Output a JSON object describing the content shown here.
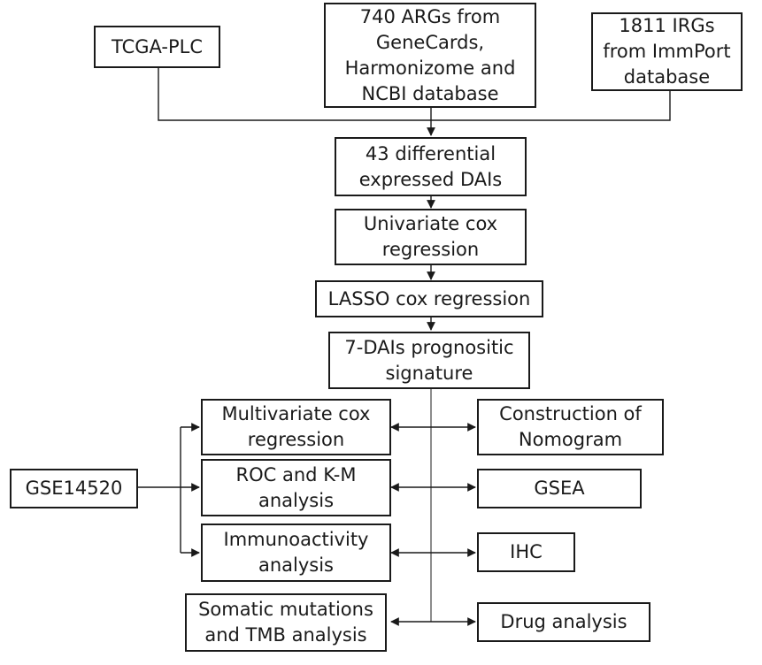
{
  "colors": {
    "line": "#1a1a1a",
    "text": "#1a1a1a",
    "background": "#ffffff"
  },
  "nodes": {
    "tcga": "TCGA-PLC",
    "args": "740 ARGs from\nGeneCards,\nHarmonizome and\nNCBI database",
    "irgs": "1811 IRGs\nfrom ImmPort\ndatabase",
    "dais43": "43 differential\nexpressed DAIs",
    "univariate": "Univariate cox\nregression",
    "lasso": "LASSO cox regression",
    "signature": "7-DAIs prognositic\nsignature",
    "multivariate": "Multivariate cox\nregression",
    "nomogram": "Construction of\nNomogram",
    "gse": "GSE14520",
    "roc": "ROC and K-M\nanalysis",
    "gsea": "GSEA",
    "immuno": "Immunoactivity\nanalysis",
    "ihc": "IHC",
    "somatic": "Somatic mutations\nand TMB analysis",
    "drug": "Drug analysis"
  }
}
